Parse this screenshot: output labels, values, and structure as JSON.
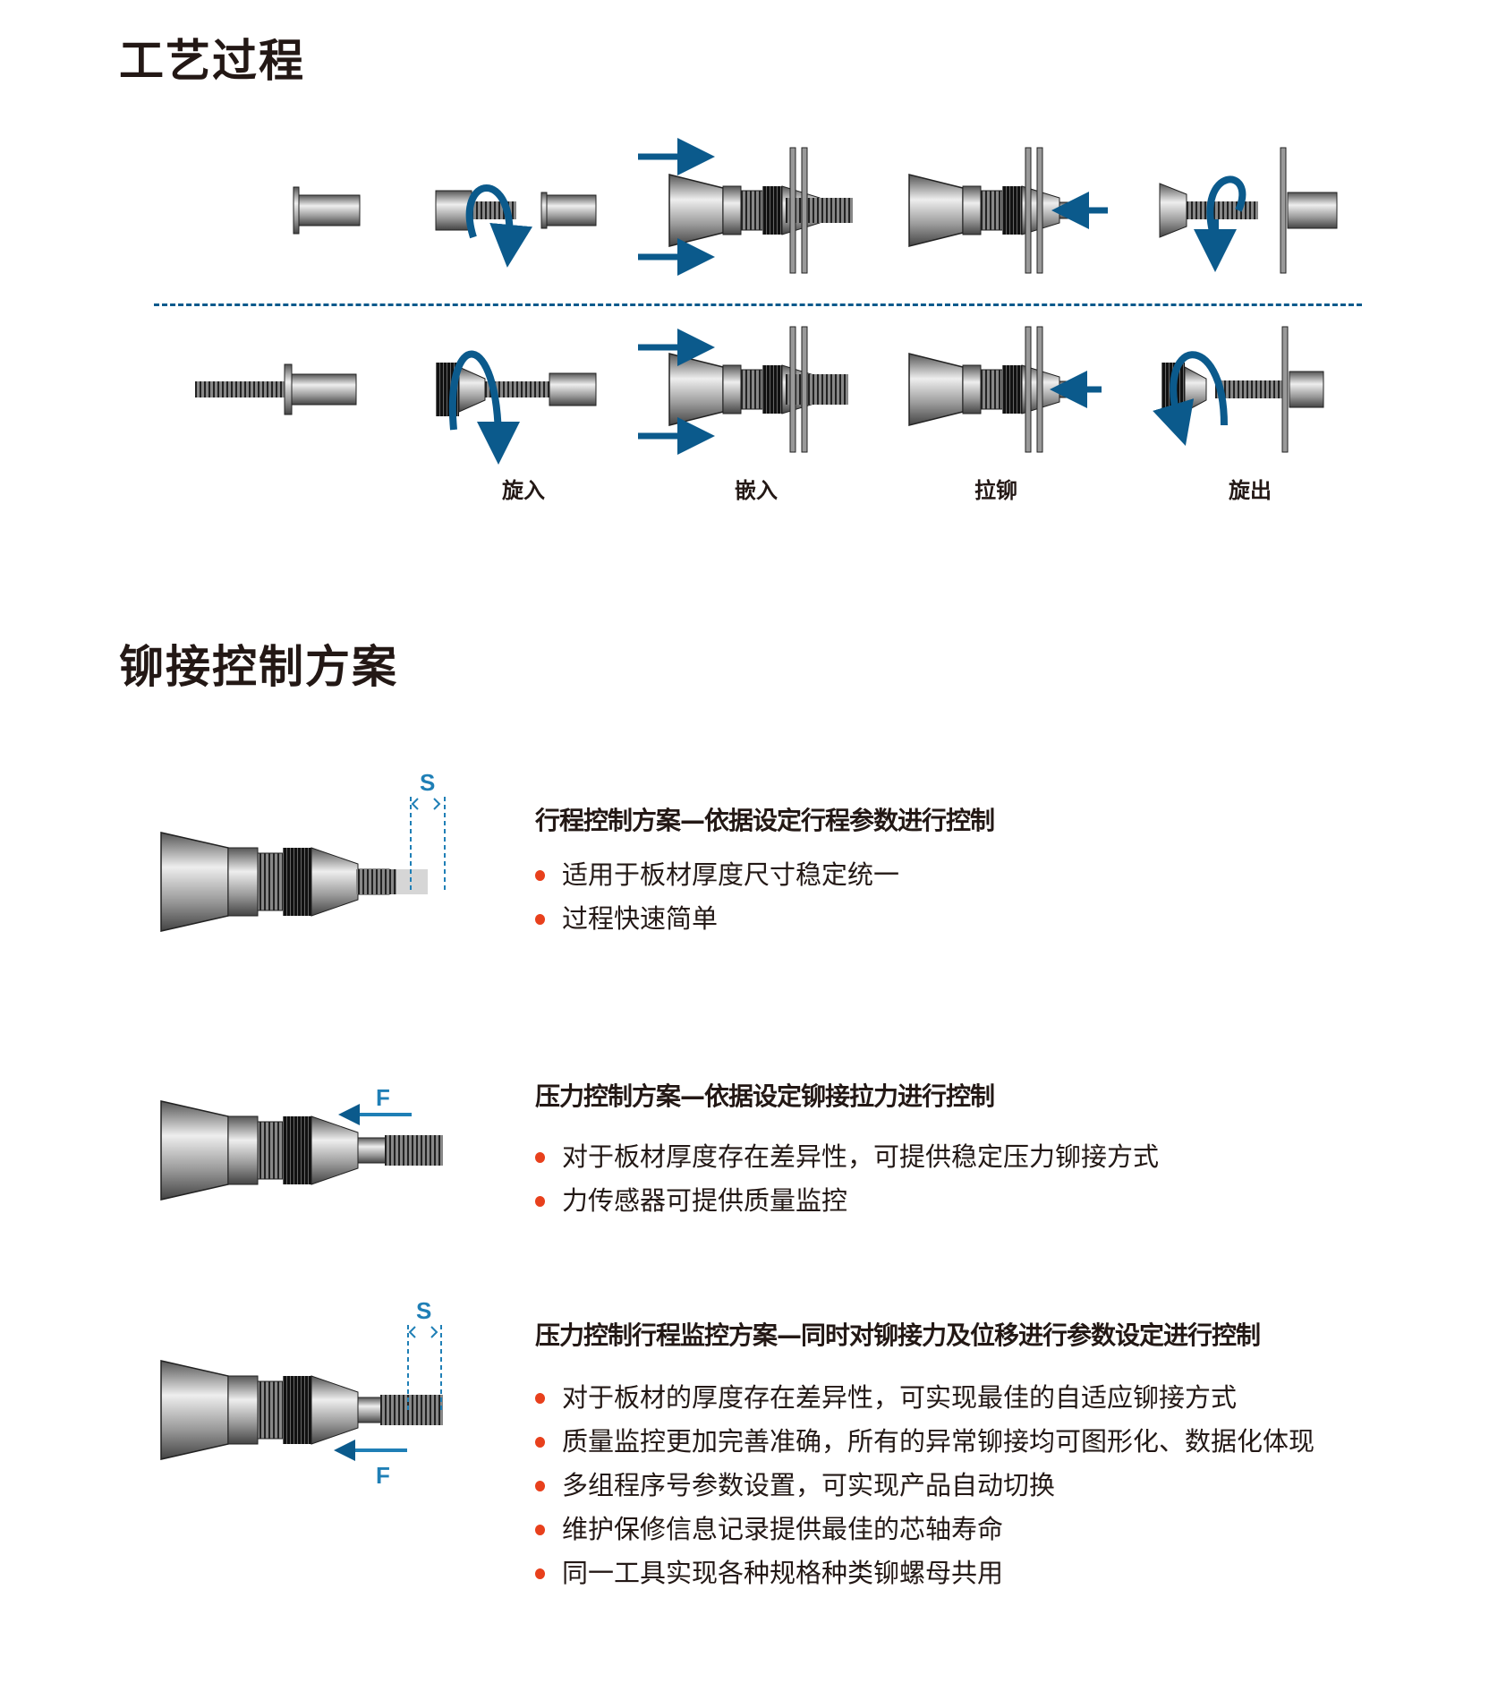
{
  "process": {
    "title": "工艺过程",
    "steps": [
      "旋入",
      "嵌入",
      "拉铆",
      "旋出"
    ]
  },
  "control": {
    "title": "铆接控制方案",
    "schemes": [
      {
        "heading": "行程控制方案—依据设定行程参数进行控制",
        "label": "S",
        "bullets": [
          "适用于板材厚度尺寸稳定统一",
          "过程快速简单"
        ]
      },
      {
        "heading": "压力控制方案—依据设定铆接拉力进行控制",
        "label": "F",
        "bullets": [
          "对于板材厚度存在差异性，可提供稳定压力铆接方式",
          "力传感器可提供质量监控"
        ]
      },
      {
        "heading": "压力控制行程监控方案—同时对铆接力及位移进行参数设定进行控制",
        "label_s": "S",
        "label_f": "F",
        "bullets": [
          "对于板材的厚度存在差异性，可实现最佳的自适应铆接方式",
          "质量监控更加完善准确，所有的异常铆接均可图形化、数据化体现",
          "多组程序号参数设置，可实现产品自动切换",
          "维护保修信息记录提供最佳的芯轴寿命",
          "同一工具实现各种规格种类铆螺母共用"
        ]
      }
    ]
  },
  "colors": {
    "accent": "#0b5a8c",
    "bullet": "#e8401c",
    "label": "#1f7fb6"
  }
}
